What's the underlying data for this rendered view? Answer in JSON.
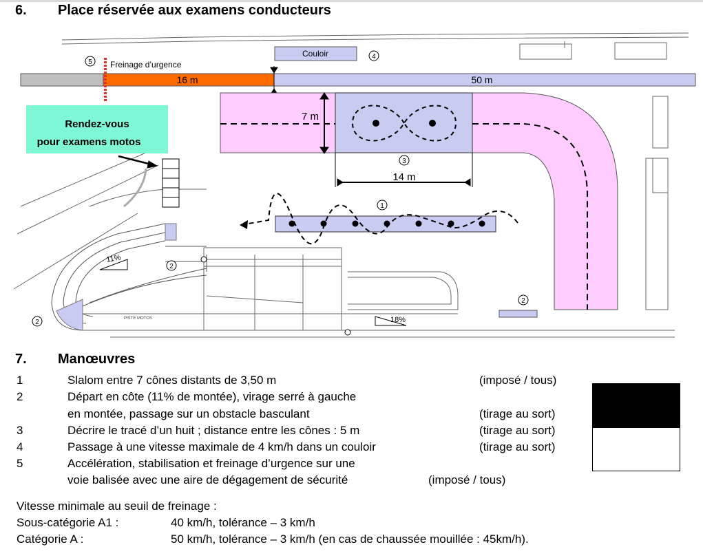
{
  "section6": {
    "number": "6.",
    "title": "Place réservée aux examens conducteurs"
  },
  "plan": {
    "couloir_label": "Couloir",
    "freinage_label": "Freinage d’urgence",
    "track_16": "16 m",
    "track_50": "50 m",
    "rendezvous_line1": "Rendez-vous",
    "rendezvous_line2": "pour examens motos",
    "dim_7m": "7 m",
    "dim_14m": "14 m",
    "slope_11": "11%",
    "slope_18": "18%",
    "piste_label": "PISTE MOTOS",
    "markers": {
      "m1": "1",
      "m2": "2",
      "m3": "3",
      "m4": "4",
      "m5": "5"
    },
    "colors": {
      "grey": "#bfbfbf",
      "orange": "#ff6a00",
      "lavender": "#c9cbf1",
      "pink": "#ffccff",
      "teal": "#7ef7d4",
      "red": "#e03030"
    }
  },
  "section7": {
    "number": "7.",
    "title": "Manœuvres"
  },
  "manoeuvres": [
    {
      "n": "1",
      "line1": "Slalom entre 7 cônes distants de 3,50 m",
      "line2": "",
      "tag": "(imposé / tous)"
    },
    {
      "n": "2",
      "line1": "Départ en côte (11% de montée), virage serré à gauche",
      "line2": "en montée, passage sur un obstacle basculant",
      "tag": "(tirage au sort)"
    },
    {
      "n": "3",
      "line1": "Décrire le tracé d’un huit ; distance entre les cônes : 5 m",
      "line2": "",
      "tag": "(tirage au sort)"
    },
    {
      "n": "4",
      "line1": "Passage à une vitesse maximale de 4 km/h dans un couloir",
      "line2": "",
      "tag": "(tirage au sort)"
    },
    {
      "n": "5",
      "line1": "Accélération, stabilisation et freinage d’urgence sur une",
      "line2": "voie balisée avec une aire de dégagement de sécurité",
      "tag": "(imposé / tous)"
    }
  ],
  "speed": {
    "heading": "Vitesse minimale au seuil de freinage :",
    "a1_label": "Sous-catégorie A1 :",
    "a1_value": "40 km/h, tolérance – 3 km/h",
    "a_label": "Catégorie A :",
    "a_value": "50 km/h, tolérance – 3 km/h (en cas de chaussée mouillée : 45km/h)."
  }
}
